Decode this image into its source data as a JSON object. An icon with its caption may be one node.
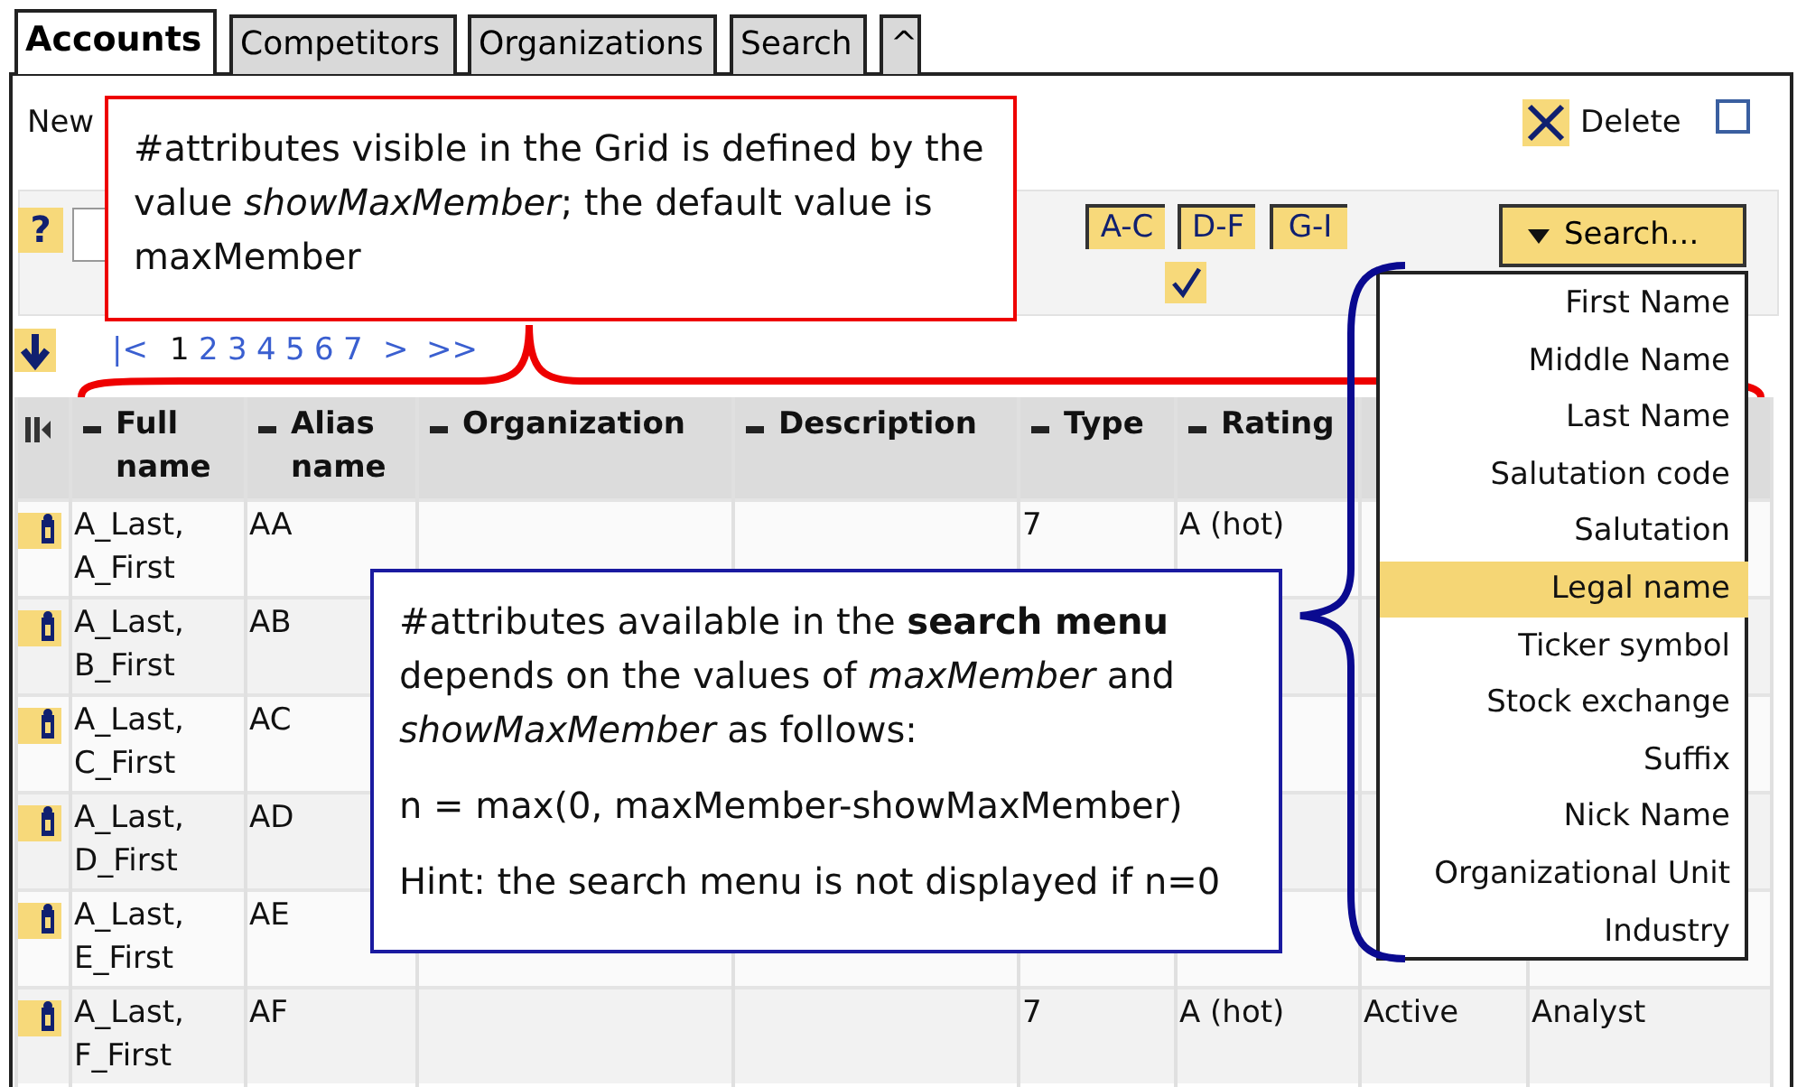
{
  "diagram": {
    "nodes": [
      {
        "text": [
          "#attributes visible in the Grid is defined by the value *showMaxMember*; the default value is maxMember"
        ]
      },
      {
        "text": [
          "#attributes available in the **search menu** depends on the values of *maxMember* and *showMaxMember* as follows:",
          "n = max(0, maxMember-showMaxMember)",
          "Hint: the search menu is not displayed if n=0"
        ]
      }
    ],
    "labels": [
      "Accounts",
      "Competitors",
      "Organizations",
      "Search",
      "^",
      "New",
      "Delete",
      "?",
      "A-C",
      "D-F",
      "G-I",
      "Search...",
      "|<",
      "1",
      "2",
      "3",
      "4",
      "5",
      "6",
      "7",
      ">",
      ">>",
      "Full name",
      "Alias name",
      "Organization",
      "Description",
      "Type",
      "Rating",
      "A_Last, A_First",
      "AA",
      "7",
      "A (hot)",
      "A_Last, B_First",
      "AB",
      "A_Last, C_First",
      "AC",
      "A_Last, D_First",
      "AD",
      "A_Last, E_First",
      "AE",
      "A_Last, F_First",
      "AF",
      "7",
      "A (hot)",
      "Active",
      "Analyst",
      "First Name",
      "Middle Name",
      "Last Name",
      "Salutation code",
      "Salutation",
      "Legal name",
      "Ticker symbol",
      "Stock exchange",
      "Suffix",
      "Nick Name",
      "Organizational Unit",
      "Industry"
    ]
  }
}
